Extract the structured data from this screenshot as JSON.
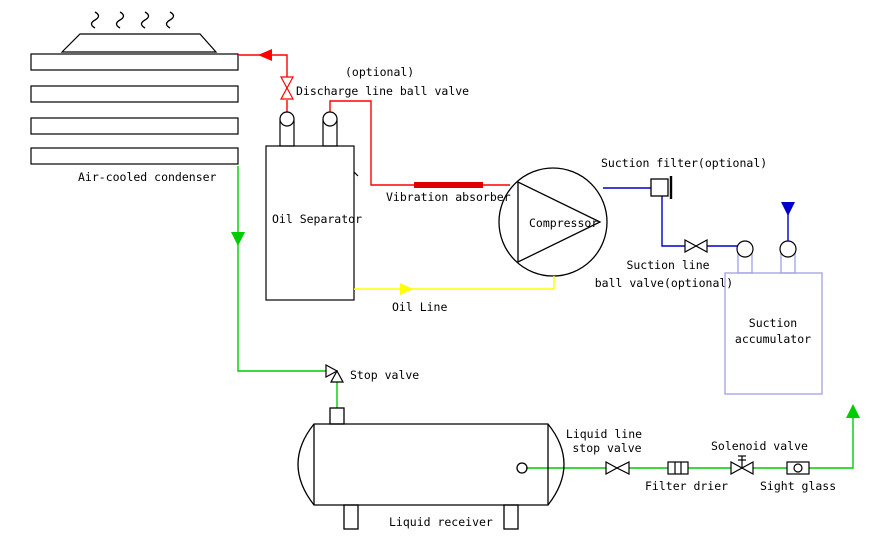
{
  "labels": {
    "condenser": "Air-cooled condenser",
    "discharge_optional": "(optional)",
    "discharge_valve": "Discharge line ball valve",
    "oil_separator": "Oil Separator",
    "vibration_absorber": "Vibration absorber",
    "compressor": "Compressor",
    "suction_filter": "Suction filter(optional)",
    "suction_valve_line1": "Suction line",
    "suction_valve_line2": "ball valve(optional)",
    "accumulator_line1": "Suction",
    "accumulator_line2": "accumulator",
    "oil_line": "Oil Line",
    "stop_valve": "Stop valve",
    "liquid_stop_line1": "Liquid line",
    "liquid_stop_line2": "stop valve",
    "solenoid_valve": "Solenoid valve",
    "filter_drier": "Filter drier",
    "sight_glass": "Sight glass",
    "liquid_receiver": "Liquid receiver"
  },
  "colors": {
    "discharge_line": "#ff0000",
    "liquid_line": "#00cc00",
    "suction_line": "#0000cc",
    "oil_line": "#ffff00",
    "accumulator_outline": "#a0a0e8",
    "equipment_outline": "#000000"
  }
}
